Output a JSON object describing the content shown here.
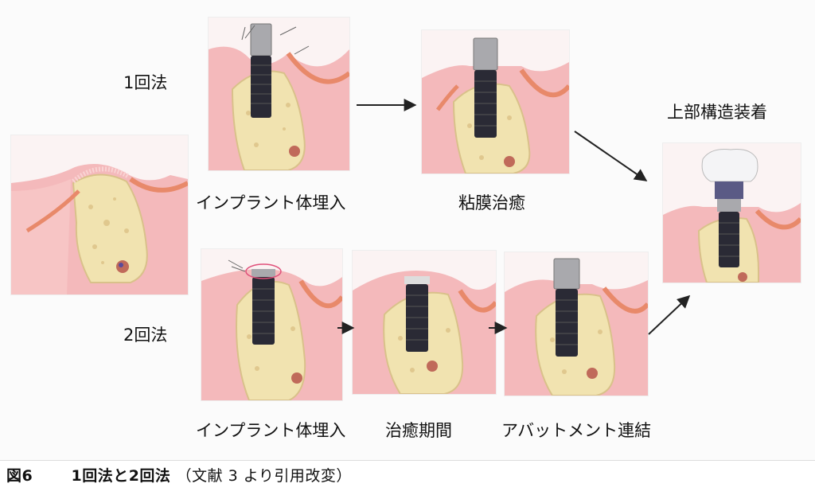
{
  "method_labels": {
    "one_stage": "1回法",
    "two_stage": "2回法"
  },
  "step_labels": {
    "implant_placement_top": "インプラント体埋入",
    "mucosal_healing": "粘膜治癒",
    "final_restoration": "上部構造装着",
    "implant_placement_bottom": "インプラント体埋入",
    "healing_period": "治癒期間",
    "abutment_connection": "アバットメント連結"
  },
  "caption": {
    "figure_number": "図6",
    "title": "1回法と2回法",
    "source": "（文献 3 より引用改変）"
  },
  "colors": {
    "gum": "#f4b9bb",
    "gum_light": "#f9d3d3",
    "bone": "#f1e3b0",
    "bone_spot": "#e0c88e",
    "cortical": "#e8896a",
    "implant": "#2a2a35",
    "abutment": "#a9a9ad",
    "crown": "#f4f4f6"
  }
}
